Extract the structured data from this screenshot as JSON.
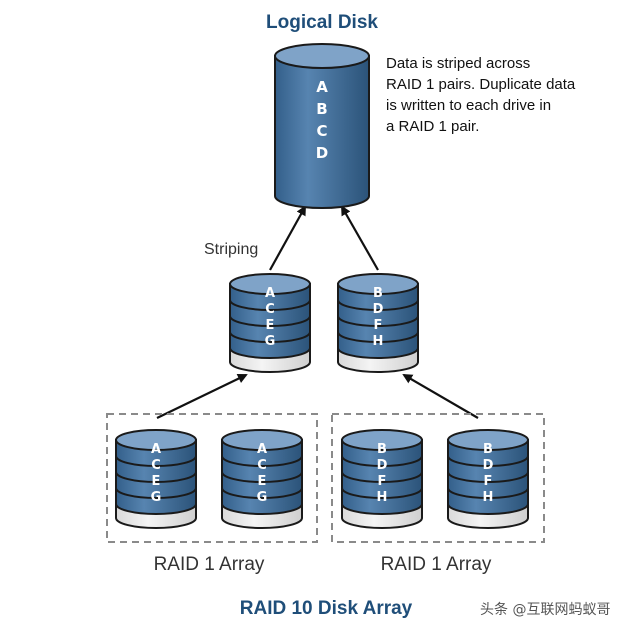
{
  "colors": {
    "title": "#1f4e79",
    "disk_fill_top": "#7fa3c8",
    "disk_fill_body": "#3e6a95",
    "disk_fill_dark": "#2c5379",
    "disk_outline": "#1a1a1a",
    "disk_base": "#e3e3e3",
    "arrow": "#111111",
    "dashed_border": "#8a8a8a"
  },
  "logical_disk": {
    "title": "Logical Disk",
    "letters": [
      "A",
      "B",
      "C",
      "D"
    ]
  },
  "note": {
    "lines": [
      "Data is striped across",
      "RAID 1 pairs. Duplicate data",
      "is written to each drive in",
      "a RAID 1 pair."
    ]
  },
  "striping_label": "Striping",
  "stripe_disks": [
    {
      "letters": [
        "A",
        "C",
        "E",
        "G"
      ]
    },
    {
      "letters": [
        "B",
        "D",
        "F",
        "H"
      ]
    }
  ],
  "raid1_arrays": [
    {
      "label": "RAID 1 Array",
      "disks": [
        {
          "letters": [
            "A",
            "C",
            "E",
            "G"
          ]
        },
        {
          "letters": [
            "A",
            "C",
            "E",
            "G"
          ]
        }
      ]
    },
    {
      "label": "RAID 1 Array",
      "disks": [
        {
          "letters": [
            "B",
            "D",
            "F",
            "H"
          ]
        },
        {
          "letters": [
            "B",
            "D",
            "F",
            "H"
          ]
        }
      ]
    }
  ],
  "footer_title": "RAID 10 Disk Array",
  "watermark": "头条 @互联网蚂蚁哥"
}
